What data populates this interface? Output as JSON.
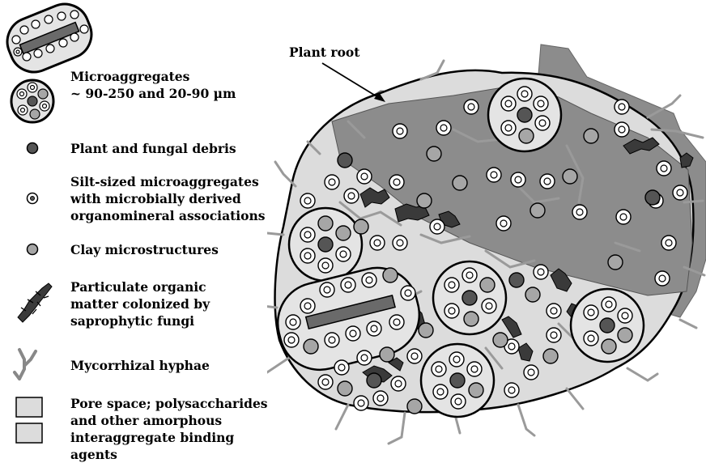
{
  "legend": {
    "microaggregates": "Microaggregates\n~ 90-250 and 20-90 µm",
    "debris": "Plant and fungal debris",
    "silt": "Silt-sized microaggregates\nwith microbially derived\norganomineral associations",
    "clay": "Clay microstructures",
    "pom": "Particulate organic\nmatter colonized by\nsaprophytic fungi",
    "hyphae": "Mycorrhizal hyphae",
    "pore": "Pore space; polysaccharides\nand other amorphous\ninteraggregate binding agents"
  },
  "diagram": {
    "root_label": "Plant root"
  },
  "colors": {
    "root": "#8c8c8c",
    "debris": "#555555",
    "clay": "#a6a6a6",
    "pore": "#dcdcdc",
    "hyphae": "#9a9a9a",
    "pom": "#3a3a3a"
  }
}
